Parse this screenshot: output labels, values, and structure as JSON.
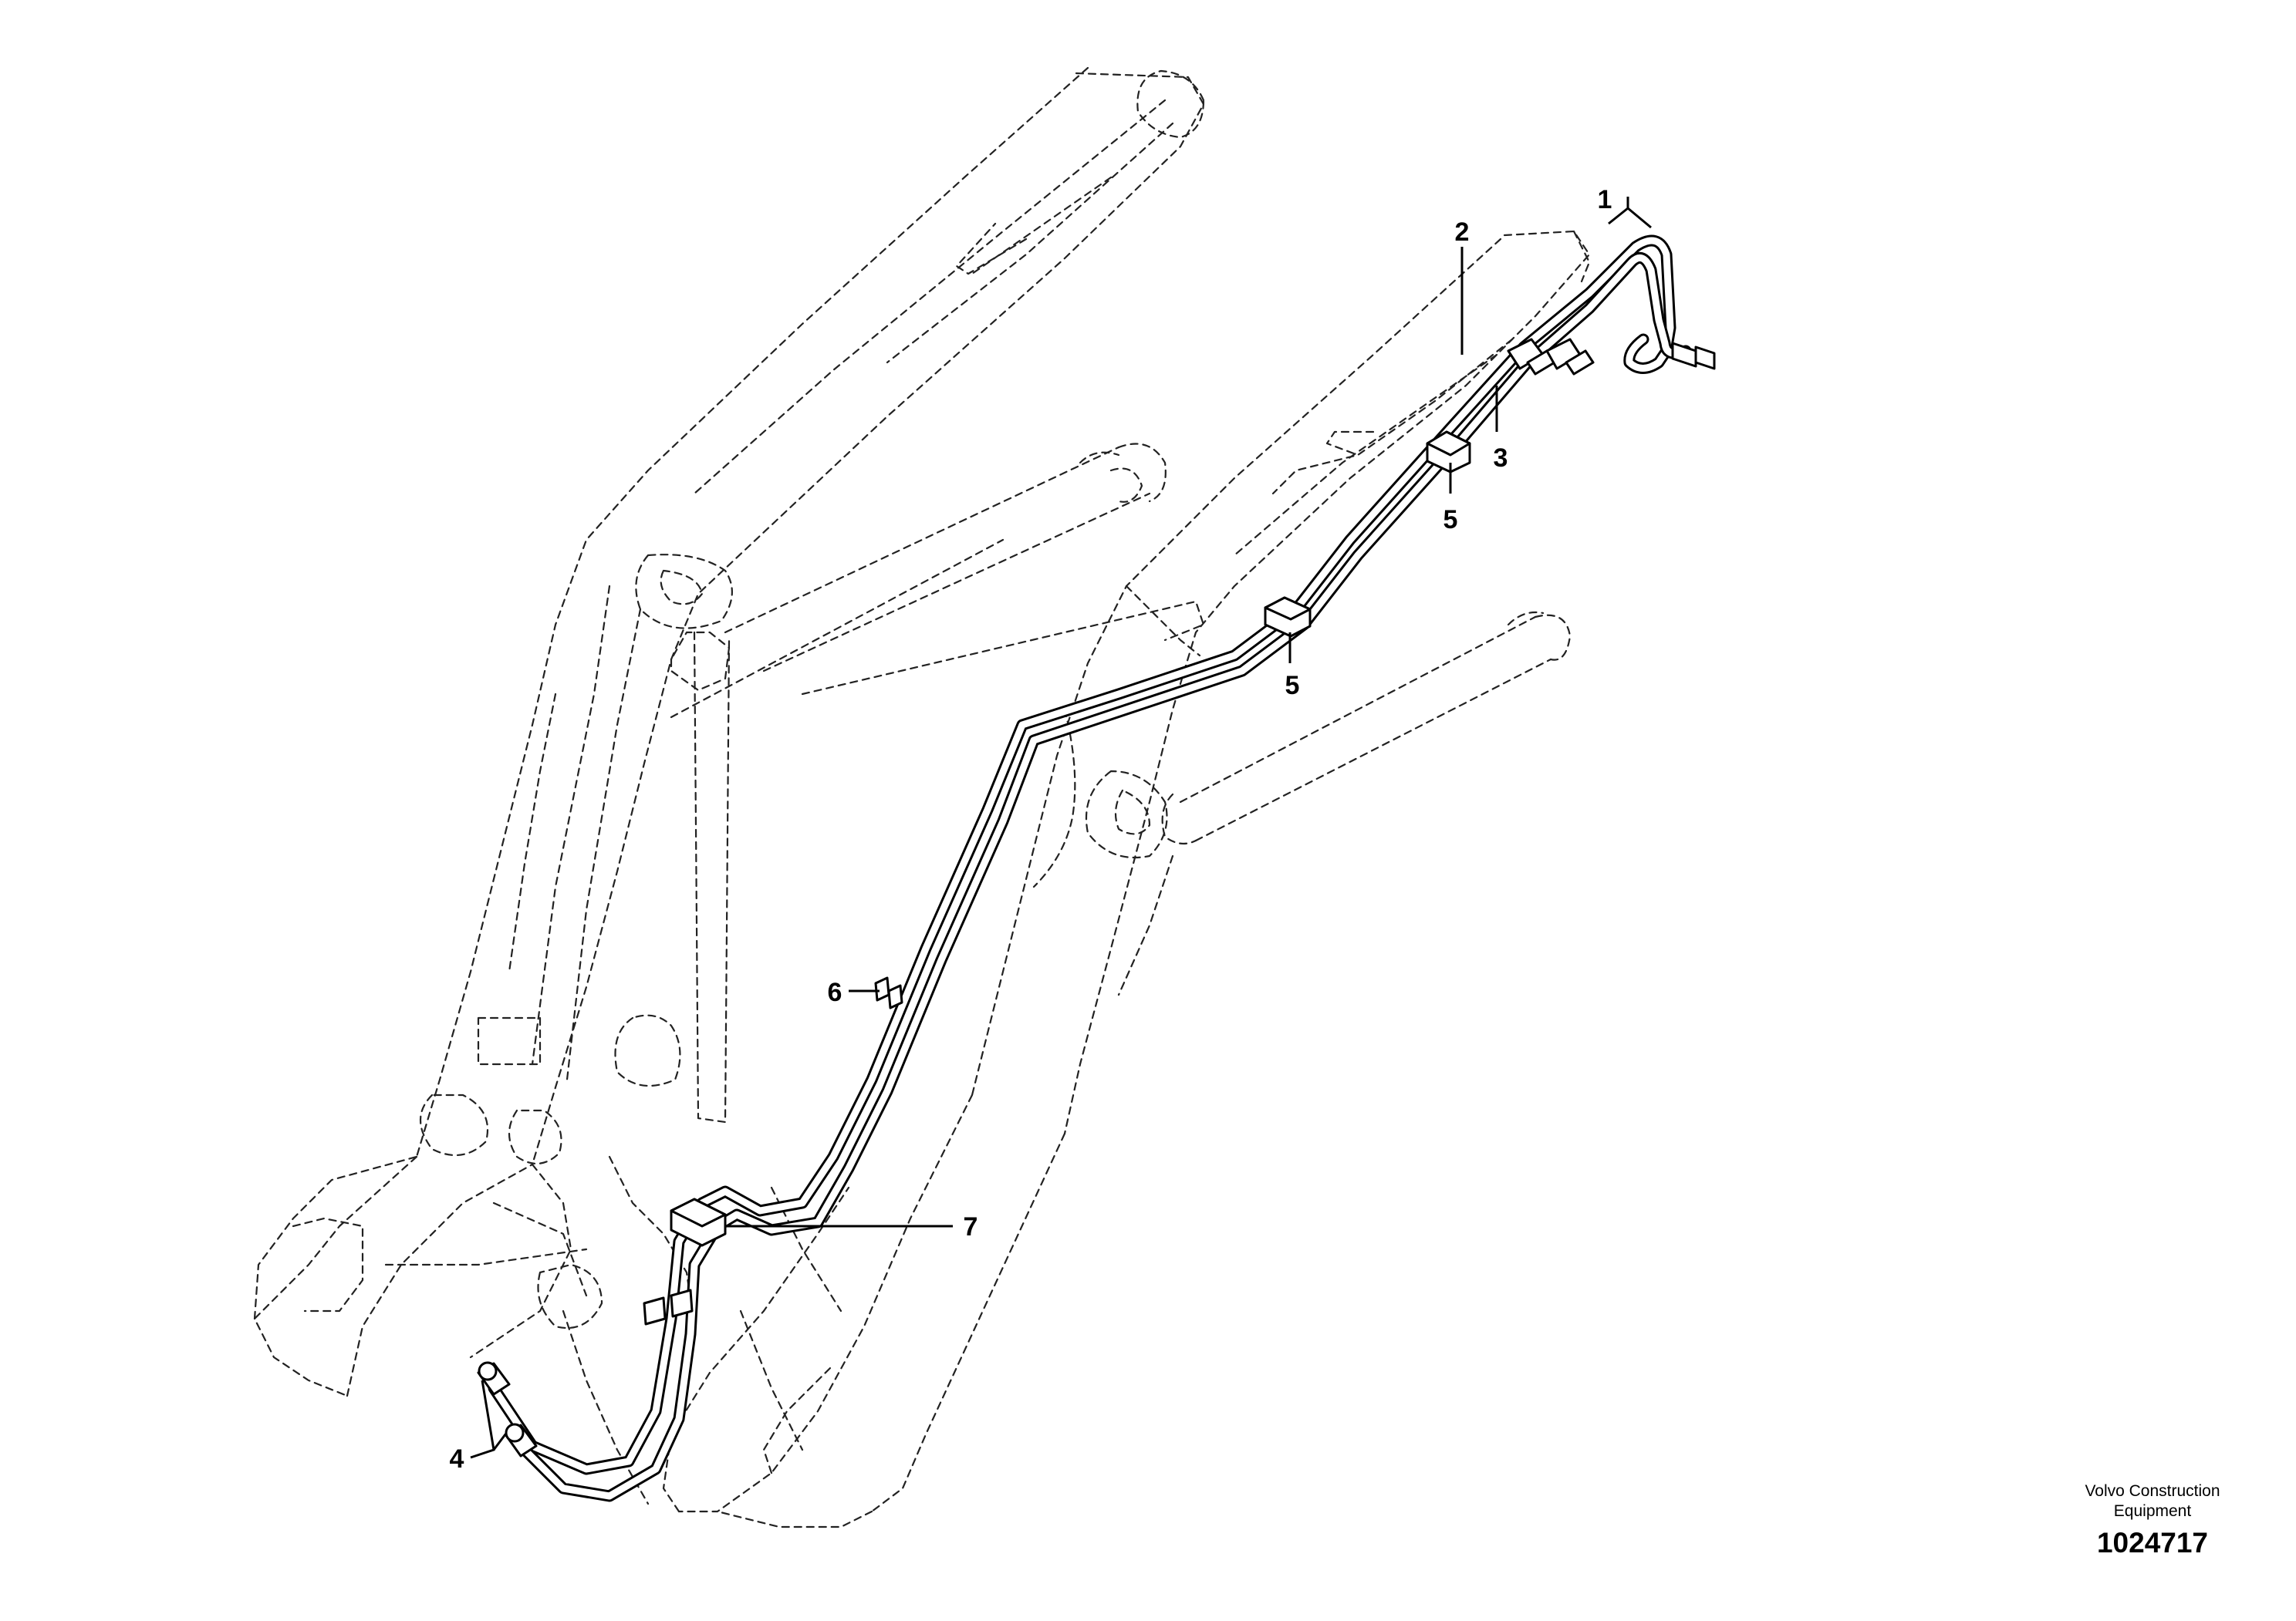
{
  "callouts": {
    "c1": "1",
    "c2": "2",
    "c3": "3",
    "c4": "4",
    "c5a": "5",
    "c5b": "5",
    "c6": "6",
    "c7": "7"
  },
  "footer": {
    "brand_line1": "Volvo Construction",
    "brand_line2": "Equipment",
    "doc_number": "1024717"
  }
}
